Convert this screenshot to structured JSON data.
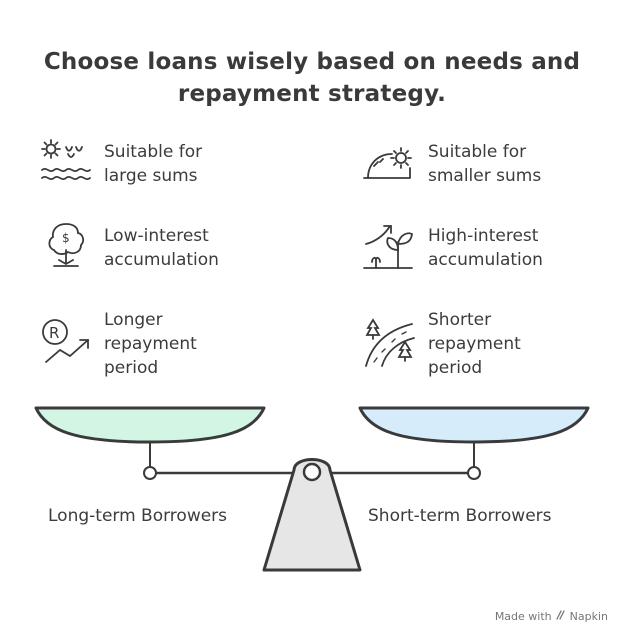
{
  "title": {
    "line1": "Choose loans wisely based on needs and",
    "line2": "repayment strategy."
  },
  "left": {
    "caption": "Long-term Borrowers",
    "items": [
      {
        "text": "Suitable for\nlarge sums",
        "icon": "sun-water-icon"
      },
      {
        "text": "Low-interest\naccumulation",
        "icon": "money-tree-icon"
      },
      {
        "text": "Longer\nrepayment\nperiod",
        "icon": "coin-trend-icon"
      }
    ]
  },
  "right": {
    "caption": "Short-term Borrowers",
    "items": [
      {
        "text": "Suitable for\nsmaller sums",
        "icon": "sunrise-hill-icon"
      },
      {
        "text": "High-interest\naccumulation",
        "icon": "growing-plant-icon"
      },
      {
        "text": "Shorter\nrepayment\nperiod",
        "icon": "forest-road-icon"
      }
    ]
  },
  "colors": {
    "left_pan": "#d3f5e3",
    "right_pan": "#d7ecfb",
    "stroke": "#3a3a3a",
    "base": "#e6e6e6"
  },
  "footer": {
    "made_with": "Made with",
    "brand": "Napkin"
  }
}
